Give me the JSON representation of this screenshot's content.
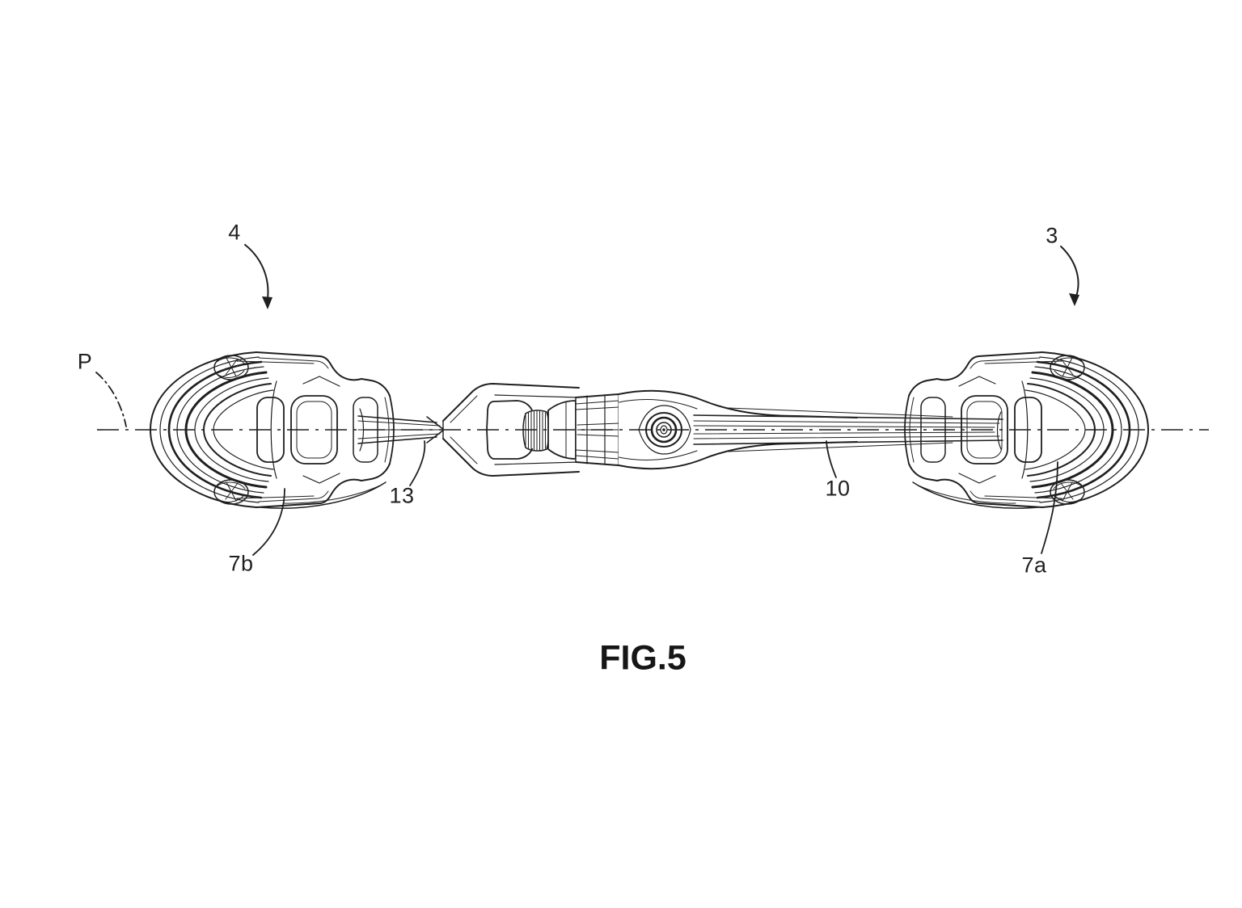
{
  "figure": {
    "caption": "FIG.5",
    "references": {
      "left_assembly": "4",
      "right_assembly": "3",
      "axis_plane": "P",
      "left_rod": "13",
      "right_rod": "10",
      "left_skirt": "7b",
      "right_skirt": "7a"
    },
    "colors": {
      "line": "#1f1f1f",
      "background": "#ffffff"
    }
  }
}
